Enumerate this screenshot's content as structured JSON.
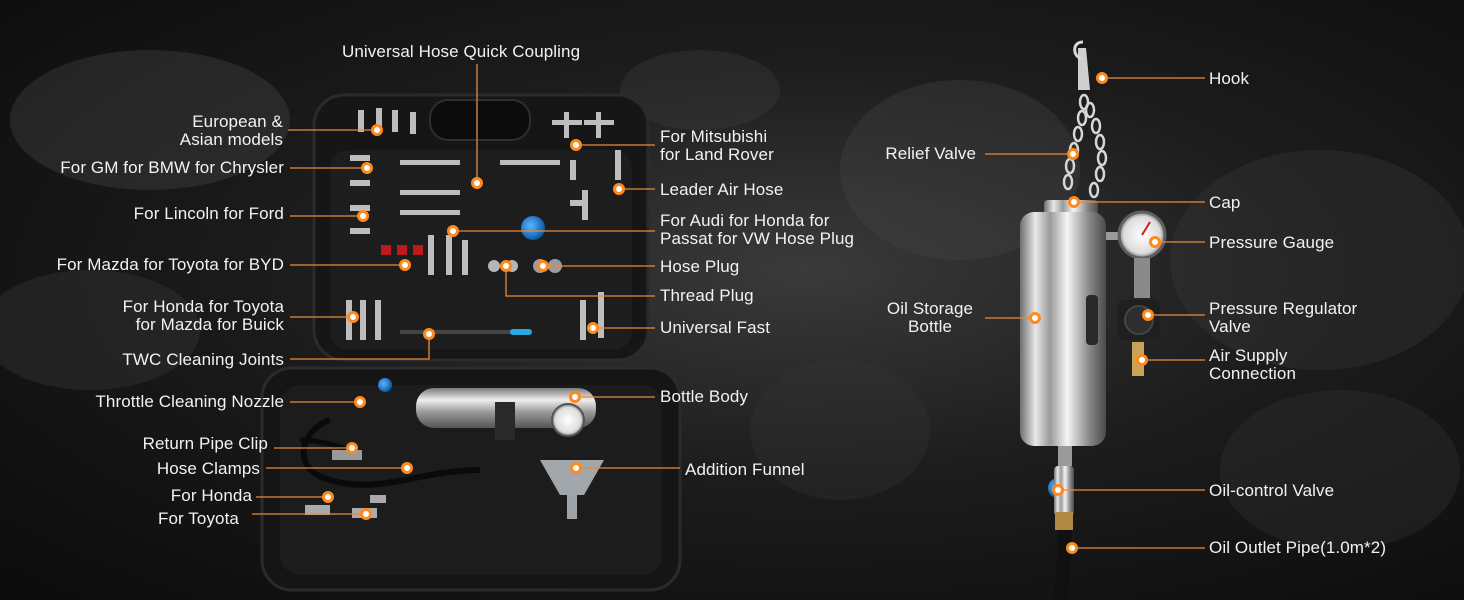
{
  "left_labels": {
    "european": "European &\nAsian models",
    "gm": "For GM for BMW for Chrysler",
    "lincoln": "For Lincoln for Ford",
    "mazda_toyota_byd": "For Mazda for Toyota for BYD",
    "honda_toyota": "For Honda for Toyota\nfor Mazda for Buick",
    "twc": "TWC Cleaning Joints",
    "throttle": "Throttle Cleaning Nozzle",
    "return_pipe": "Return Pipe Clip",
    "hose_clamps": "Hose Clamps",
    "for_honda": "For Honda",
    "for_toyota": "For Toyota"
  },
  "top_label": "Universal Hose Quick Coupling",
  "right_case_labels": {
    "mitsubishi": "For Mitsubishi\nfor Land Rover",
    "leader": "Leader Air Hose",
    "audi": "For Audi for Honda for\nPassat for VW Hose Plug",
    "hose_plug": "Hose Plug",
    "thread_plug": "Thread Plug",
    "universal_fast": "Universal Fast",
    "bottle_body": "Bottle Body",
    "funnel": "Addition Funnel"
  },
  "bottle_labels": {
    "relief_valve": "Relief Valve",
    "oil_storage": "Oil Storage\nBottle",
    "hook": "Hook",
    "cap": "Cap",
    "pressure_gauge": "Pressure Gauge",
    "regulator": "Pressure Regulator\nValve",
    "air_supply": "Air Supply\nConnection",
    "oil_control": "Oil-control Valve",
    "outlet_pipe": "Oil Outlet Pipe(1.0m*2)"
  },
  "colors": {
    "accent": "#ff8a1c",
    "leader_line": "#e98a3a",
    "text": "#f2f2f2"
  }
}
